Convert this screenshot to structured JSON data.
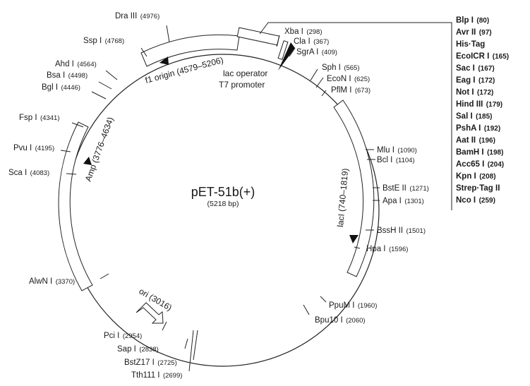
{
  "plasmid": {
    "name": "pET-51b(+)",
    "size": "(5218 bp)"
  },
  "sites": [
    {
      "name": "Dra III",
      "pos": "(4976)"
    },
    {
      "name": "Ssp I",
      "pos": "(4768)"
    },
    {
      "name": "Ahd I",
      "pos": "(4564)"
    },
    {
      "name": "Bsa I",
      "pos": "(4498)"
    },
    {
      "name": "Bgl I",
      "pos": "(4446)"
    },
    {
      "name": "Fsp I",
      "pos": "(4341)"
    },
    {
      "name": "Pvu I",
      "pos": "(4195)"
    },
    {
      "name": "Sca I",
      "pos": "(4083)"
    },
    {
      "name": "AlwN I",
      "pos": "(3370)"
    },
    {
      "name": "Pci I",
      "pos": "(2954)"
    },
    {
      "name": "Sap I",
      "pos": "(2838)"
    },
    {
      "name": "BstZ17 I",
      "pos": "(2725)"
    },
    {
      "name": "Tth111 I",
      "pos": "(2699)"
    },
    {
      "name": "Xba I",
      "pos": "(298)"
    },
    {
      "name": "Cla I",
      "pos": "(367)"
    },
    {
      "name": "SgrA I",
      "pos": "(409)"
    },
    {
      "name": "Sph I",
      "pos": "(565)"
    },
    {
      "name": "EcoN I",
      "pos": "(625)"
    },
    {
      "name": "PflM I",
      "pos": "(673)"
    },
    {
      "name": "Mlu I",
      "pos": "(1090)"
    },
    {
      "name": "Bcl I",
      "pos": "(1104)"
    },
    {
      "name": "BstE II",
      "pos": "(1271)"
    },
    {
      "name": "Apa I",
      "pos": "(1301)"
    },
    {
      "name": "BssH II",
      "pos": "(1501)"
    },
    {
      "name": "Hpa I",
      "pos": "(1596)"
    },
    {
      "name": "PpuM I",
      "pos": "(1960)"
    },
    {
      "name": "Bpu10 I",
      "pos": "(2060)"
    }
  ],
  "features": {
    "f1_origin": "f1 origin (4579–5206)",
    "amp": "Amp (3776–4634)",
    "laci": "lacI (740–1819)",
    "ori": "ori (3016)",
    "lac_operator": "lac operator",
    "t7_promoter": "T7 promoter"
  },
  "mcs": [
    {
      "name": "Blp I",
      "pos": "(80)"
    },
    {
      "name": "Avr II",
      "pos": "(97)"
    },
    {
      "name": "His·Tag",
      "pos": ""
    },
    {
      "name": "EcoICR I",
      "pos": "(165)"
    },
    {
      "name": "Sac I",
      "pos": "(167)"
    },
    {
      "name": "Eag I",
      "pos": "(172)"
    },
    {
      "name": "Not I",
      "pos": "(172)"
    },
    {
      "name": "Hind III",
      "pos": "(179)"
    },
    {
      "name": "Sal I",
      "pos": "(185)"
    },
    {
      "name": "PshA I",
      "pos": "(192)"
    },
    {
      "name": "Aat II",
      "pos": "(196)"
    },
    {
      "name": "BamH I",
      "pos": "(198)"
    },
    {
      "name": "Acc65 I",
      "pos": "(204)"
    },
    {
      "name": "Kpn I",
      "pos": "(208)"
    },
    {
      "name": "Strep·Tag II",
      "pos": ""
    },
    {
      "name": "Nco I",
      "pos": "(259)"
    }
  ]
}
